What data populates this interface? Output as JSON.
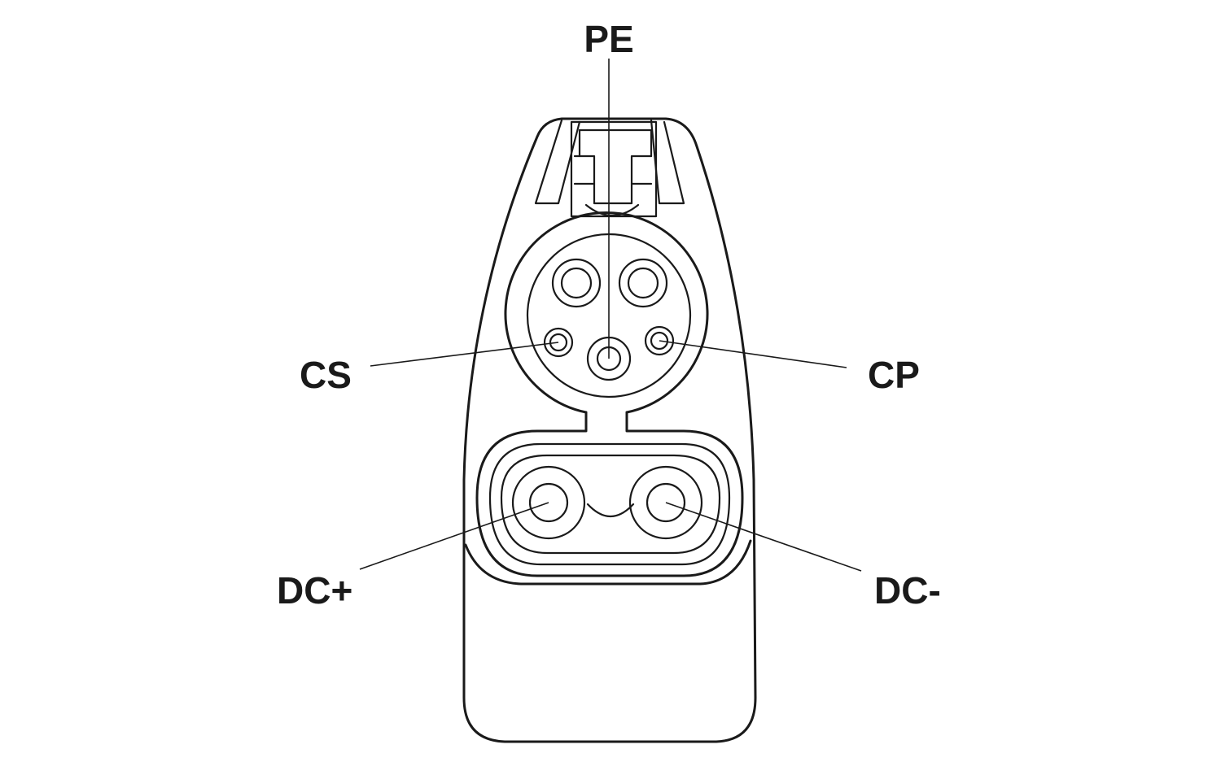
{
  "labels": {
    "pe": "PE",
    "cs": "CS",
    "cp": "CP",
    "dc_plus": "DC+",
    "dc_minus": "DC-"
  },
  "colors": {
    "line": "#1a1a1a",
    "background": "#ffffff"
  }
}
